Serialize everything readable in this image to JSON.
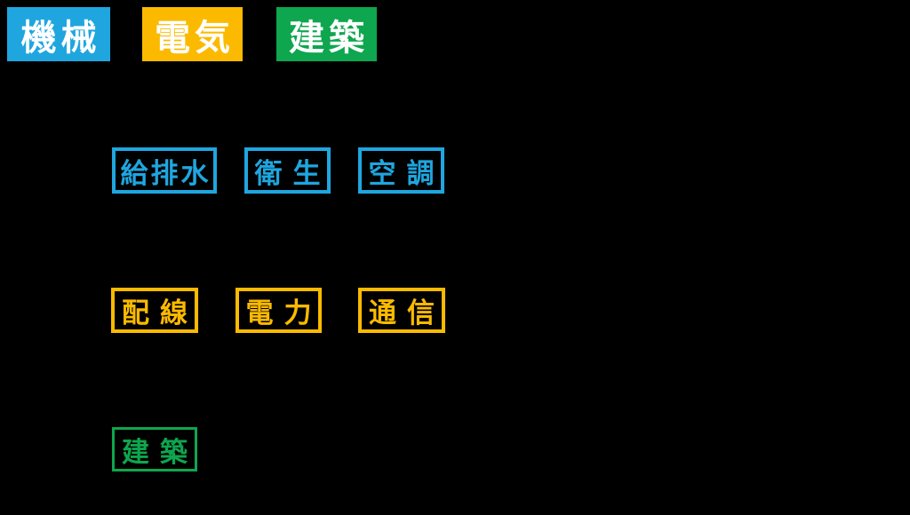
{
  "diagram": {
    "legend": {
      "mechanical": {
        "label": "機械",
        "color": "#1FA6DF"
      },
      "electrical": {
        "label": "電気",
        "color": "#FBBA00"
      },
      "architecture": {
        "label": "建築",
        "color": "#0EA64E"
      }
    },
    "mechanical_items": [
      {
        "label": "給排水"
      },
      {
        "label": "衛生"
      },
      {
        "label": "空調"
      }
    ],
    "electrical_items": [
      {
        "label": "配線"
      },
      {
        "label": "電力"
      },
      {
        "label": "通信"
      }
    ],
    "architecture_items": [
      {
        "label": "建築"
      }
    ],
    "colors": {
      "background": "#000000",
      "legend_text": "#FFFFFF",
      "mechanical_blue": "#1FA6DF",
      "electrical_yellow": "#FBBA00",
      "architecture_green": "#0EA64E"
    }
  }
}
